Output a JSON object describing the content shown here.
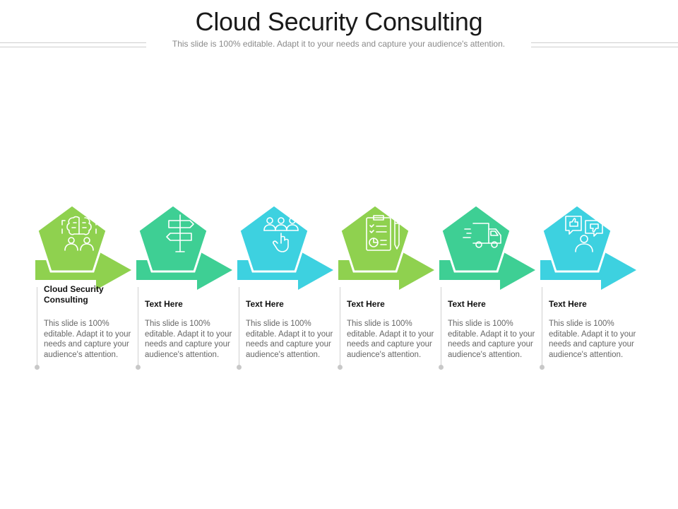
{
  "title": "Cloud Security Consulting",
  "subtitle": "This slide is 100% editable. Adapt it to your needs and capture your audience's attention.",
  "steps": [
    {
      "title": "Cloud Security Consulting",
      "body": "This slide is 100% editable. Adapt it to your needs and capture your audience's attention.",
      "color": "#8fd14f",
      "icon": "brain-people-icon"
    },
    {
      "title": "Text Here",
      "body": "This slide is 100% editable. Adapt it to your needs and capture your audience's attention.",
      "color": "#3ecf94",
      "icon": "signpost-icon"
    },
    {
      "title": "Text Here",
      "body": "This slide is 100% editable. Adapt it to your needs and capture your audience's attention.",
      "color": "#3dd1e0",
      "icon": "team-pointer-icon"
    },
    {
      "title": "Text Here",
      "body": "This slide is 100% editable. Adapt it to your needs and capture your audience's attention.",
      "color": "#8fd14f",
      "icon": "checklist-report-icon"
    },
    {
      "title": "Text Here",
      "body": "This slide is 100% editable. Adapt it to your needs and capture your audience's attention.",
      "color": "#3ecf94",
      "icon": "delivery-truck-icon"
    },
    {
      "title": "Text Here",
      "body": "This slide is 100% editable. Adapt it to your needs and capture your audience's attention.",
      "color": "#3dd1e0",
      "icon": "feedback-person-icon"
    }
  ]
}
